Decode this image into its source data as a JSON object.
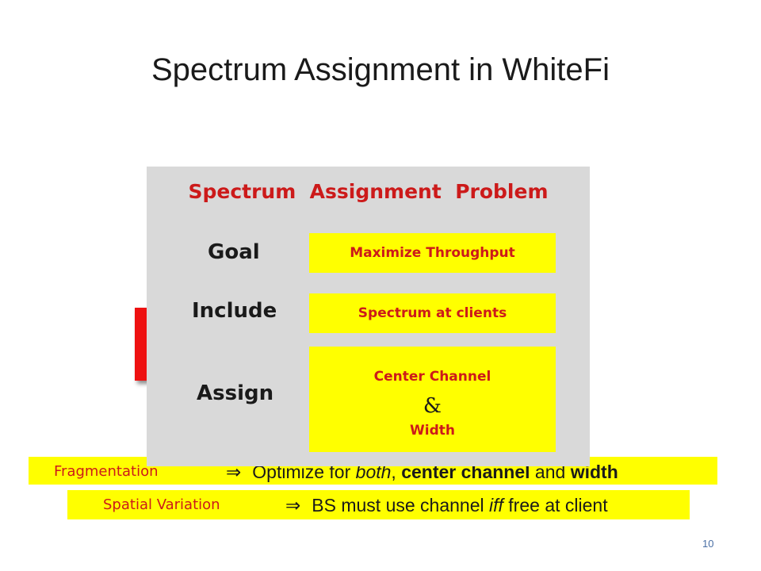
{
  "slide": {
    "title": "Spectrum Assignment in WhiteFi",
    "page_number": "10"
  },
  "panel": {
    "title": "Spectrum  Assignment  Problem",
    "goal": {
      "label": "Goal",
      "value": "Maximize Throughput"
    },
    "include": {
      "label": "Include",
      "value": "Spectrum at clients"
    },
    "assign": {
      "label": "Assign",
      "line1": "Center Channel",
      "amp": "&",
      "line2": "Width"
    }
  },
  "strips": {
    "fragmentation": {
      "label": "Fragmentation",
      "arrow": "⇒",
      "t1": "Optimize for ",
      "t2": "both",
      "t3": ", ",
      "t4": "center channel",
      "t5": " and ",
      "t6": "width"
    },
    "spatial": {
      "label": "Spatial Variation",
      "arrow": "⇒",
      "t1": "BS must use channel ",
      "t2": "iff",
      "t3": " free at client"
    }
  },
  "colors": {
    "accent_red": "#cc1a1a",
    "highlight_yellow": "#ffff00",
    "panel_grey": "#d9d9d9"
  }
}
